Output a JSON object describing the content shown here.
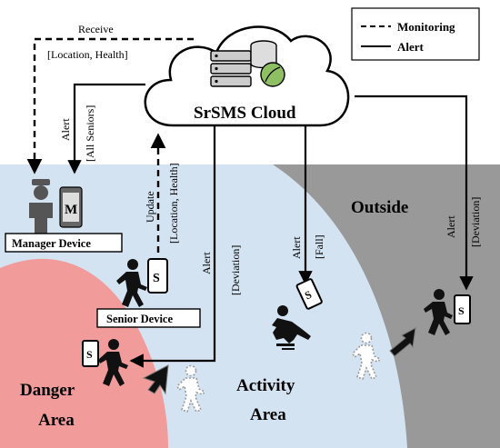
{
  "legend": {
    "monitoring": "Monitoring",
    "alert": "Alert"
  },
  "cloud": {
    "title": "SrSMS Cloud",
    "icon": "server-leaf-icon"
  },
  "zones": {
    "outside": "Outside",
    "activity": [
      "Activity",
      "Area"
    ],
    "danger": [
      "Danger",
      "Area"
    ]
  },
  "devices": {
    "manager": "Manager Device",
    "senior": "Senior Device",
    "manager_badge": "M",
    "senior_badge": "S"
  },
  "links": {
    "receive": "Receive",
    "receive_payload": "[Location, Health]",
    "alert_all": "Alert",
    "alert_all_payload": "[All Seniors]",
    "update": "Update",
    "update_payload": "[Location, Health]",
    "alert_dev": "Alert",
    "alert_dev_payload": "[Deviation]",
    "alert_fall": "Alert",
    "alert_fall_payload": "[Fall]",
    "alert_out": "Alert",
    "alert_out_payload": "[Deviation]"
  },
  "colors": {
    "outside": "#999999",
    "activity": "#d3e3f2",
    "danger": "#f19b9b",
    "cloud_icon_leaf": "#8ebf62"
  }
}
